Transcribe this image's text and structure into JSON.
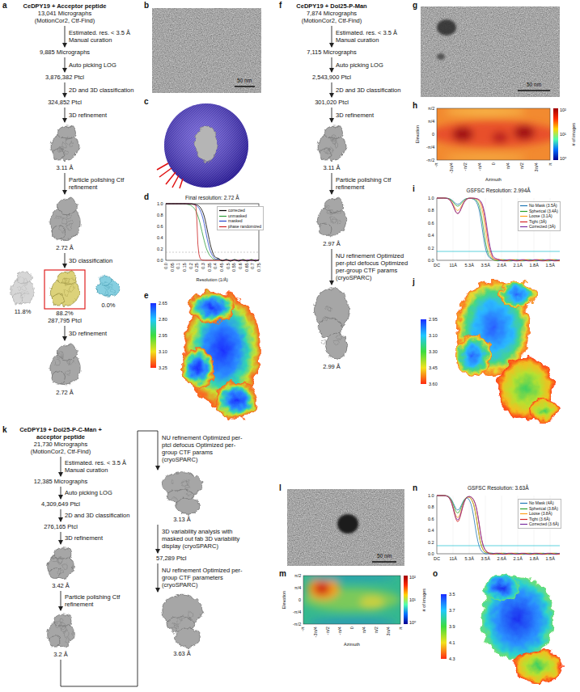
{
  "diagram": {
    "nodes": [
      {
        "text": [
          "CeDPY19 + Acceptor peptide",
          "13,041 Micrographs (MotionCor2, Ctf-Find)"
        ]
      },
      {
        "text": [
          "9,885 Micrographs"
        ]
      },
      {
        "text": [
          "3,876,382 Ptcl"
        ]
      },
      {
        "text": [
          "324,852 Ptcl"
        ]
      },
      {
        "text": [
          "3.11 Å"
        ]
      },
      {
        "text": [
          "2.72 Å"
        ]
      },
      {
        "text": [
          "11.8%"
        ]
      },
      {
        "text": [
          "88.2%",
          "287,795 Ptcl"
        ]
      },
      {
        "text": [
          "0.0%"
        ]
      },
      {
        "text": [
          "2.72 Å"
        ]
      },
      {
        "text": [
          "CeDPY19 + Dol25-P-Man",
          "7,874 Micrographs (MotionCor2, Ctf-Find)"
        ]
      },
      {
        "text": [
          "7,115 Micrographs"
        ]
      },
      {
        "text": [
          "2,543,900 Ptcl"
        ]
      },
      {
        "text": [
          "301,020 Ptcl"
        ]
      },
      {
        "text": [
          "3.11 Å"
        ]
      },
      {
        "text": [
          "2.97 Å"
        ]
      },
      {
        "text": [
          "2.99 Å"
        ]
      },
      {
        "text": [
          "CeDPY19 + Dol25-P-C-Man + acceptor peptide",
          "21,730 Micrographs (MotionCor2, Ctf-Find)"
        ]
      },
      {
        "text": [
          "12,385 Micrographs"
        ]
      },
      {
        "text": [
          "4,309,649 Ptcl"
        ]
      },
      {
        "text": [
          "276,165 Ptcl"
        ]
      },
      {
        "text": [
          "3.42 Å"
        ]
      },
      {
        "text": [
          "3.2 Å"
        ]
      },
      {
        "text": [
          "3.13 Å"
        ]
      },
      {
        "text": [
          "57,289 Ptcl"
        ]
      },
      {
        "text": [
          "3.63 Å"
        ]
      }
    ],
    "edges": [
      {
        "from": 0,
        "to": 1,
        "arrow": "to",
        "label": "Estimated. res. < 3.5 Å Manual curation"
      },
      {
        "from": 1,
        "to": 2,
        "arrow": "to",
        "label": "Auto picking LOG"
      },
      {
        "from": 2,
        "to": 3,
        "arrow": "to",
        "label": "2D and 3D classification"
      },
      {
        "from": 3,
        "to": 4,
        "arrow": "to",
        "label": "3D refinement"
      },
      {
        "from": 4,
        "to": 5,
        "arrow": "to",
        "label": "Particle polishing Ctf refinement"
      },
      {
        "from": 5,
        "to": 7,
        "arrow": "to",
        "label": "3D classification"
      },
      {
        "from": 7,
        "to": 9,
        "arrow": "to",
        "label": "3D refinement"
      },
      {
        "from": 10,
        "to": 11,
        "arrow": "to",
        "label": "Estimated. res. < 3.5 Å Manual curation"
      },
      {
        "from": 11,
        "to": 12,
        "arrow": "to",
        "label": "Auto picking LOG"
      },
      {
        "from": 12,
        "to": 13,
        "arrow": "to",
        "label": "2D and 3D classification"
      },
      {
        "from": 13,
        "to": 14,
        "arrow": "to",
        "label": "3D refinement"
      },
      {
        "from": 14,
        "to": 15,
        "arrow": "to",
        "label": "Particle polishing Ctf refinement"
      },
      {
        "from": 15,
        "to": 16,
        "arrow": "to",
        "label": "NU refinement Optimized per-ptcl defocus Optimized per-group CTF params (cryoSPARC)"
      },
      {
        "from": 17,
        "to": 18,
        "arrow": "to",
        "label": "Estimated. res. < 3.5 Å Manual curation"
      },
      {
        "from": 18,
        "to": 19,
        "arrow": "to",
        "label": "Auto picking LOG"
      },
      {
        "from": 19,
        "to": 20,
        "arrow": "to",
        "label": "2D and 3D classification"
      },
      {
        "from": 20,
        "to": 21,
        "arrow": "to",
        "label": "3D refinement"
      },
      {
        "from": 21,
        "to": 22,
        "arrow": "to",
        "label": "Particle polishing Ctf refinement"
      },
      {
        "from": 22,
        "to": 23,
        "arrow": "to",
        "label": "NU refinement Optimized per-ptcl defocus Optimized per-group CTF params (cryoSPARC)"
      },
      {
        "from": 23,
        "to": 24,
        "arrow": "to",
        "label": "3D variability analysis with masked out fab 3D variability display (cryoSPARC)"
      },
      {
        "from": 24,
        "to": 25,
        "arrow": "to",
        "label": "NU refinement Optimized per-group CTF parameters (cryoSPARC)"
      }
    ],
    "labels": [
      "a",
      "b",
      "50 nm",
      "c",
      "d",
      "Final resolution: 2.72 Å",
      "1.0",
      "0.8",
      "0.6",
      "0.4",
      "0.2",
      "0.0",
      "0.0",
      "0.05",
      "0.1",
      "0.15",
      "0.2",
      "0.25",
      "0.3",
      "0.35",
      "0.4",
      "0.45",
      "0.5",
      "0.55",
      "0.6",
      "0.65",
      "0.7",
      "0.75",
      "Resolution (1/Å)",
      "e",
      "2.65",
      "2.80",
      "2.95",
      "3.10",
      "3.25",
      "f",
      "g",
      "50 nm",
      "h",
      "Elevation",
      "π/2",
      "π/4",
      "0",
      "-π/4",
      "-π/2",
      "-π",
      "-3π/4",
      "-π/2",
      "-π/4",
      "0",
      "π/4",
      "π/2",
      "3π/4",
      "π",
      "Azimuth",
      "10²",
      "10¹",
      "10⁰",
      "# of images",
      "i",
      "GSFSC Resolution: 2.994Å",
      "1.0",
      "0.8",
      "0.6",
      "0.4",
      "0.2",
      "0.0",
      "DC",
      "11Å",
      "5.3Å",
      "3.5Å",
      "2.6Å",
      "2.1Å",
      "1.8Å",
      "1.5Å",
      "j",
      "2.95",
      "3.10",
      "3.30",
      "3.45",
      "3.60",
      "k",
      "l",
      "50 nm",
      "m",
      "Elevation",
      "π/2",
      "π/4",
      "0",
      "-π/4",
      "-π/2",
      "-π",
      "-3π/4",
      "-π/2",
      "-π/4",
      "0",
      "π/4",
      "π/2",
      "3π/4",
      "π",
      "Azimuth",
      "10²",
      "10¹",
      "10⁰",
      "# of images",
      "n",
      "GSFSC Resolution: 3.63Å",
      "1.0",
      "0.8",
      "0.6",
      "0.4",
      "0.2",
      "0.0",
      "DC",
      "11Å",
      "5.3Å",
      "3.5Å",
      "2.6Å",
      "2.1Å",
      "1.8Å",
      "1.5Å",
      "o",
      "3.5",
      "3.7",
      "3.9",
      "4.1",
      "4.3"
    ],
    "legend": [
      {
        "text": "corrected"
      },
      {
        "text": "unmasked"
      },
      {
        "text": "masked"
      },
      {
        "text": "phase randomized"
      },
      {
        "text": "No Mask (3.5Å)"
      },
      {
        "text": "Spherical (3.4Å)"
      },
      {
        "text": "Loose (3.1Å)"
      },
      {
        "text": "Tight (3Å)"
      },
      {
        "text": "Corrected (3Å)"
      },
      {
        "text": "No Mask (4Å)"
      },
      {
        "text": "Spherical (3.8Å)"
      },
      {
        "text": "Loose (3.8Å)"
      },
      {
        "text": "Tight (3.6Å)"
      },
      {
        "text": "Corrected (3.6Å)"
      }
    ]
  }
}
